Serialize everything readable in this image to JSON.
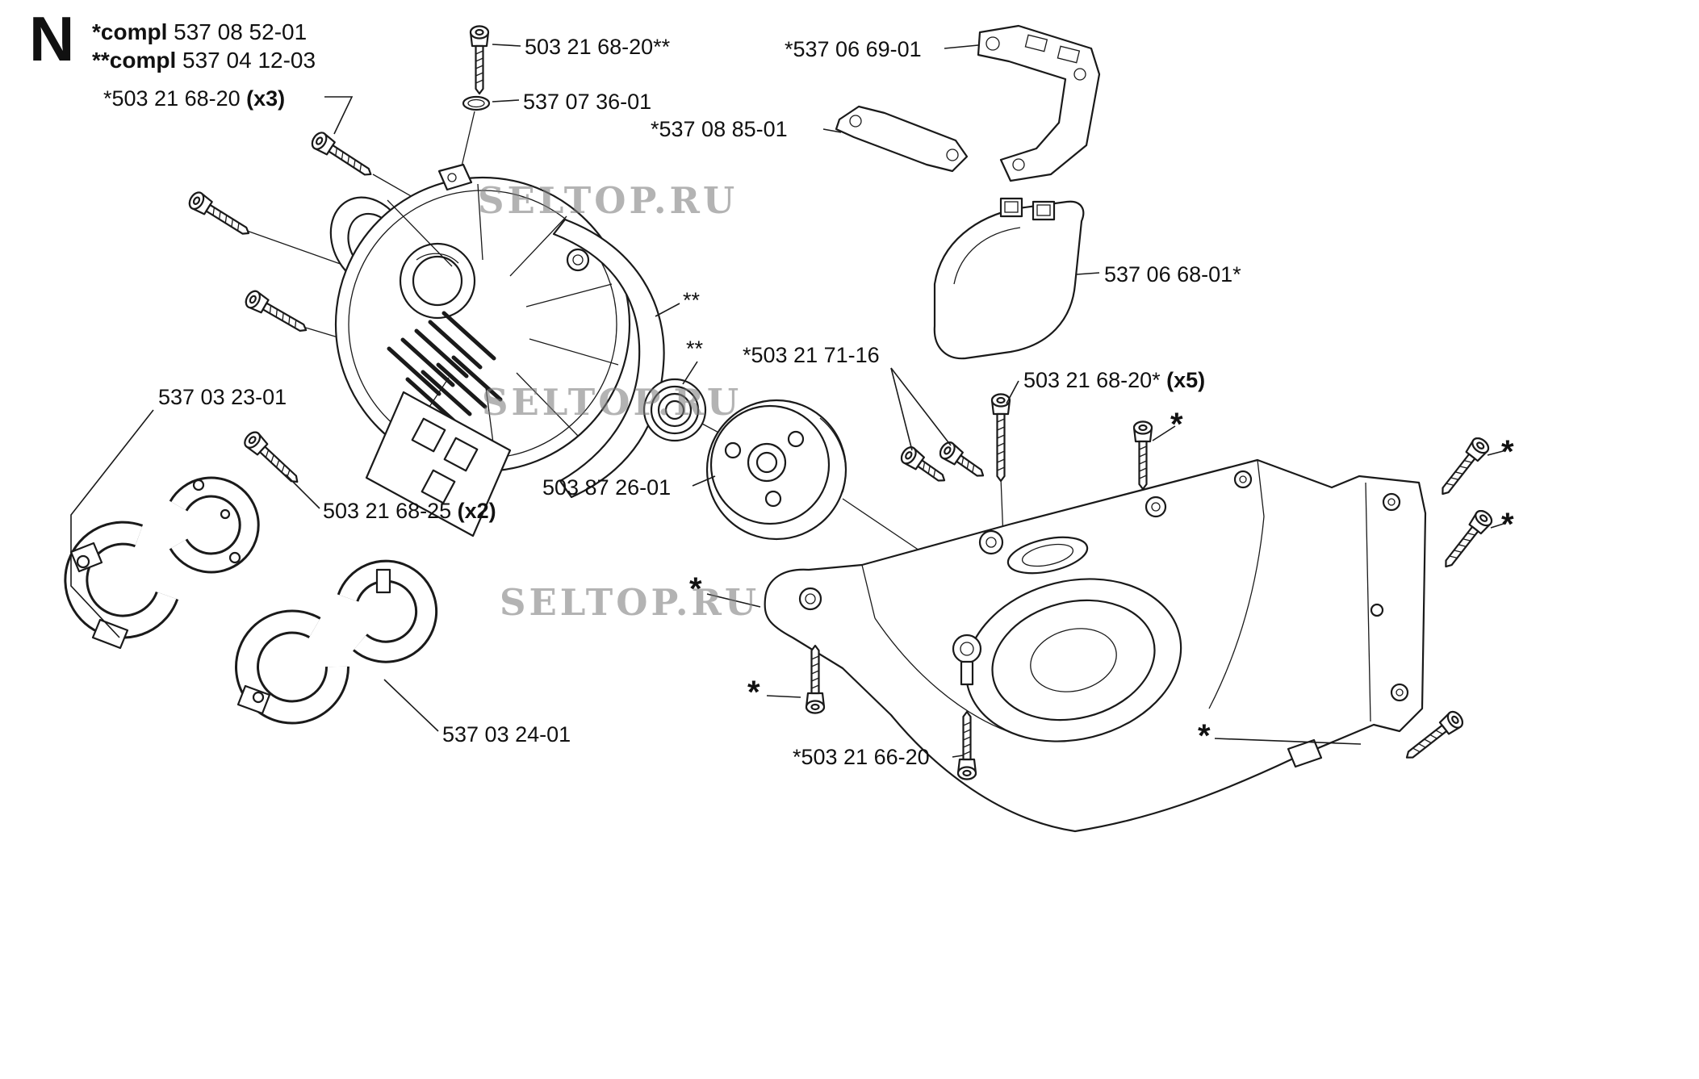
{
  "page": {
    "section_letter": "N",
    "background": "#ffffff",
    "line_color": "#1a1a1a",
    "watermark_color": "#7d7d7d"
  },
  "header": {
    "compl1_label": "*compl",
    "compl1_value": "537 08 52-01",
    "compl2_label": "**compl",
    "compl2_value": "537 04 12-03"
  },
  "watermark": {
    "text": "SELTOP.RU"
  },
  "callouts": {
    "screws_x3": {
      "part": "*503 21 68-20",
      "qty": " (x3)"
    },
    "screw_top": {
      "part": "503 21 68-20**"
    },
    "oring": {
      "part": "537 07 36-01"
    },
    "gasket_upper": {
      "part": "*537 06 69-01"
    },
    "gasket_strip": {
      "part": "*537 08 85-01"
    },
    "cover": {
      "part": "537 06 68-01*"
    },
    "housing_ref": {
      "part": "**"
    },
    "bearing_ref": {
      "part": "**"
    },
    "screw_pair": {
      "part": "*503 21 71-16"
    },
    "screws_x5": {
      "part": "503 21 68-20*",
      "qty": " (x5)"
    },
    "clamps_upper": {
      "part": "537 03 23-01"
    },
    "clamp_screws": {
      "part": "503 21 68-25",
      "qty": " (x2)"
    },
    "clutch_drum": {
      "part": "503 87 26-01"
    },
    "clamps_lower": {
      "part": "537 03 24-01"
    },
    "screw_bottom": {
      "part": "*503 21 66-20"
    },
    "asterisk": "*"
  }
}
